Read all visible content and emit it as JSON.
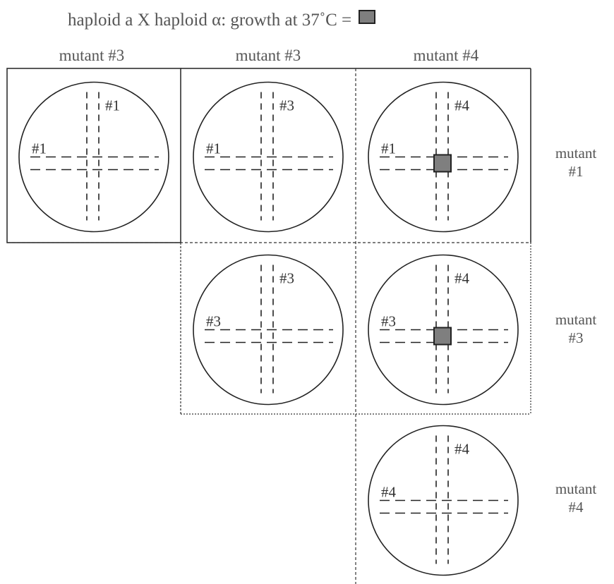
{
  "title": {
    "text": "haploid a  X  haploid α:  growth at 37˚C = ",
    "growth_color": "#7f7f7f"
  },
  "columns": [
    "mutant #3",
    "mutant #3",
    "mutant #4"
  ],
  "rows": [
    {
      "line1": "mutant",
      "line2": "#1"
    },
    {
      "line1": "mutant",
      "line2": "#3"
    },
    {
      "line1": "mutant",
      "line2": "#4"
    }
  ],
  "plates": [
    {
      "row": 0,
      "col": 0,
      "h_label": "#1",
      "v_label": "#1",
      "growth": false
    },
    {
      "row": 0,
      "col": 1,
      "h_label": "#1",
      "v_label": "#3",
      "growth": false
    },
    {
      "row": 0,
      "col": 2,
      "h_label": "#1",
      "v_label": "#4",
      "growth": true
    },
    {
      "row": 1,
      "col": 1,
      "h_label": "#3",
      "v_label": "#3",
      "growth": false
    },
    {
      "row": 1,
      "col": 2,
      "h_label": "#3",
      "v_label": "#4",
      "growth": true
    },
    {
      "row": 2,
      "col": 2,
      "h_label": "#4",
      "v_label": "#4",
      "growth": false
    }
  ]
}
